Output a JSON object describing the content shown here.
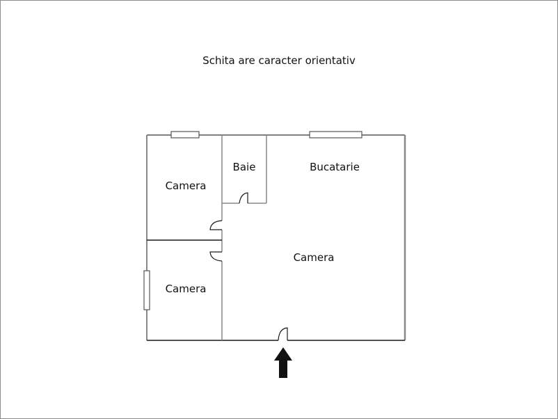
{
  "caption": "Schita are caracter orientativ",
  "rooms": [
    {
      "id": "camera-top-left",
      "label": "Camera"
    },
    {
      "id": "baie",
      "label": "Baie"
    },
    {
      "id": "bucatarie",
      "label": "Bucatarie"
    },
    {
      "id": "camera-main",
      "label": "Camera"
    },
    {
      "id": "camera-bottom-left",
      "label": "Camera"
    }
  ],
  "entrance": {
    "icon": "arrow-up-icon"
  },
  "colors": {
    "wall": "#888888",
    "line": "#1a1a1a",
    "arrow": "#111111"
  }
}
